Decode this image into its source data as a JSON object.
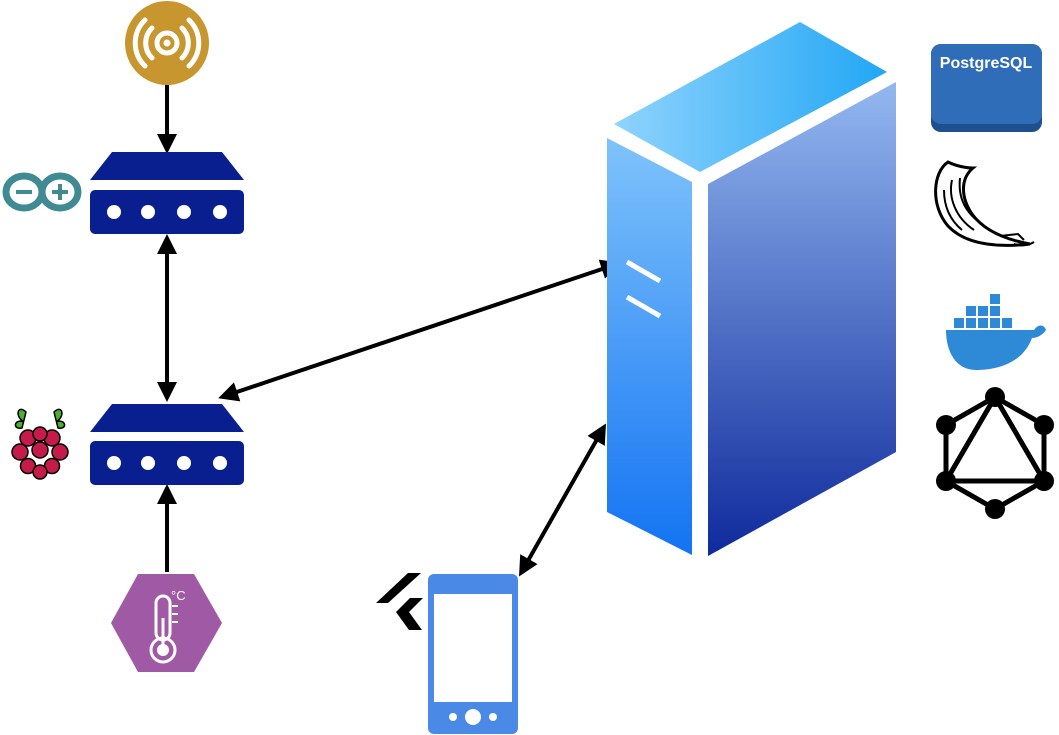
{
  "diagram": {
    "nodes": [
      {
        "id": "rfid-reader",
        "icon": "rfid-antenna-icon",
        "color": "#c8962e"
      },
      {
        "id": "arduino-router",
        "icon": "network-device-icon",
        "color": "#0a1f8f",
        "badge": "arduino-logo-icon",
        "badge_color": "#3f8a93"
      },
      {
        "id": "raspberry-router",
        "icon": "network-device-icon",
        "color": "#0a1f8f",
        "badge": "raspberry-pi-logo-icon"
      },
      {
        "id": "temperature-sensor",
        "icon": "thermometer-icon",
        "color": "#a05aa5",
        "unit_label": "°C"
      },
      {
        "id": "server",
        "icon": "server-tower-icon"
      },
      {
        "id": "mobile-app",
        "icon": "smartphone-icon",
        "color": "#4a8ae6",
        "badge": "flutter-logo-icon"
      }
    ],
    "server_stack": [
      {
        "icon": "postgresql-badge-icon",
        "label": "PostgreSQL",
        "color": "#2f6db8"
      },
      {
        "icon": "flask-logo-icon"
      },
      {
        "icon": "docker-logo-icon",
        "color": "#2e8ad6"
      },
      {
        "icon": "graphql-logo-icon"
      }
    ],
    "connections": [
      {
        "from": "rfid-reader",
        "to": "arduino-router",
        "direction": "one-way"
      },
      {
        "from": "arduino-router",
        "to": "raspberry-router",
        "direction": "two-way"
      },
      {
        "from": "temperature-sensor",
        "to": "raspberry-router",
        "direction": "one-way"
      },
      {
        "from": "raspberry-router",
        "to": "server",
        "direction": "two-way"
      },
      {
        "from": "mobile-app",
        "to": "server",
        "direction": "two-way"
      }
    ]
  }
}
